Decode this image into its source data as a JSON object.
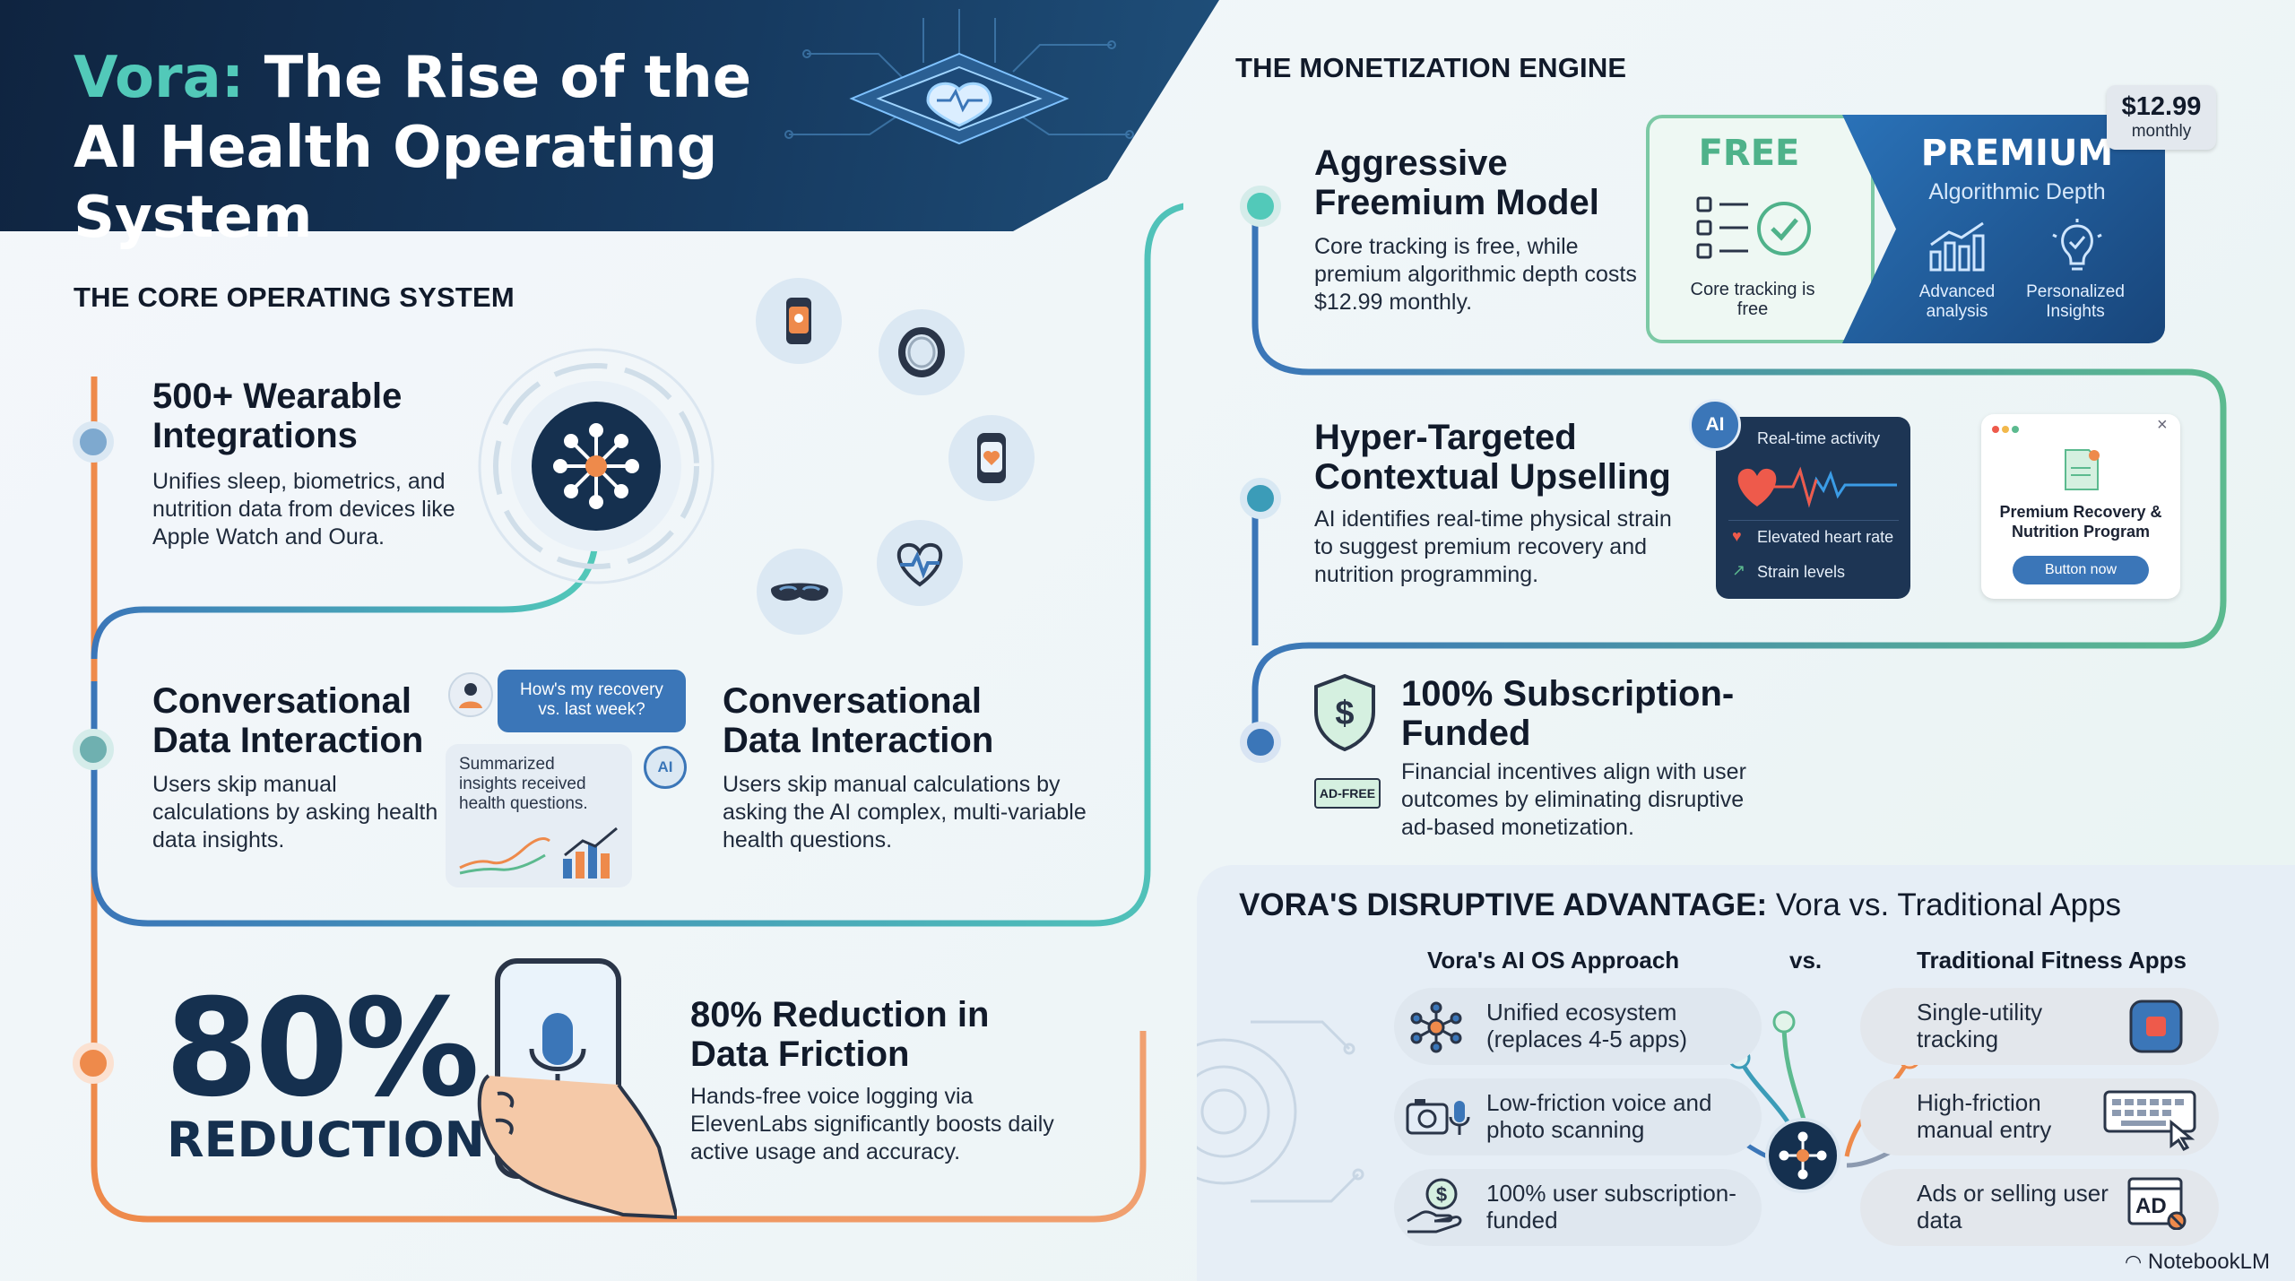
{
  "header": {
    "brand": "Vora:",
    "title_rest_line1": " The Rise of the",
    "title_line2": "AI Health Operating System"
  },
  "core": {
    "heading": "THE CORE OPERATING SYSTEM",
    "wearables": {
      "title": "500+ Wearable Integrations",
      "desc": "Unifies sleep, biometrics, and nutrition data from devices like Apple Watch and Oura."
    },
    "conversational_left": {
      "title": "Conversational Data Interaction",
      "desc": "Users skip manual calculations by asking health data insights."
    },
    "chat": {
      "question": "How's my recovery vs. last week?",
      "answer": "Summarized insights received health questions.",
      "ai_badge": "AI"
    },
    "conversational_right": {
      "title": "Conversational Data Interaction",
      "desc": "Users skip manual calculations by asking the AI complex, multi-variable health questions."
    },
    "reduction": {
      "big": "80%",
      "word": "REDUCTION",
      "title": "80% Reduction in Data Friction",
      "desc": "Hands-free voice logging via ElevenLabs significantly boosts daily active usage and accuracy."
    }
  },
  "monetization": {
    "heading": "THE MONETIZATION ENGINE",
    "freemium": {
      "title": "Aggressive Freemium Model",
      "desc": "Core tracking is free, while premium algorithmic depth costs $12.99 monthly."
    },
    "free_card": {
      "label": "FREE",
      "caption": "Core tracking is free"
    },
    "premium_card": {
      "label": "PREMIUM",
      "sub": "Algorithmic Depth",
      "item1": "Advanced analysis",
      "item2": "Personalized Insights"
    },
    "price": {
      "amount": "$12.99",
      "period": "monthly"
    },
    "upsell": {
      "title": "Hyper-Targeted Contextual Upselling",
      "desc": "AI identifies real-time physical strain to suggest premium recovery and nutrition programming."
    },
    "activity_card": {
      "ai_badge": "AI",
      "title": "Real-time activity",
      "row1": "Elevated heart rate",
      "row2": "Strain levels"
    },
    "offer_card": {
      "title": "Premium Recovery & Nutrition Program",
      "button": "Button now",
      "close": "×"
    },
    "subscription": {
      "title": "100% Subscription-Funded",
      "desc": "Financial incentives align with user outcomes by eliminating disruptive ad-based monetization.",
      "badge": "AD-FREE"
    }
  },
  "advantage": {
    "heading_bold": "VORA'S DISRUPTIVE ADVANTAGE:",
    "heading_rest": " Vora vs. Traditional Apps",
    "left_col": "Vora's AI OS Approach",
    "vs": "vs.",
    "right_col": "Traditional Fitness Apps",
    "left_items": [
      "Unified ecosystem (replaces 4-5 apps)",
      "Low-friction voice and photo scanning",
      "100% user subscription-funded"
    ],
    "right_items": [
      "Single-utility tracking",
      "High-friction manual entry",
      "Ads or selling user data"
    ],
    "ad_icon_text": "AD"
  },
  "footer": {
    "brand": "NotebookLM"
  },
  "colors": {
    "navy": "#0f2440",
    "teal": "#52c9b9",
    "blue": "#3b76b8",
    "orange": "#ee8a4b",
    "green": "#5cba8f"
  }
}
